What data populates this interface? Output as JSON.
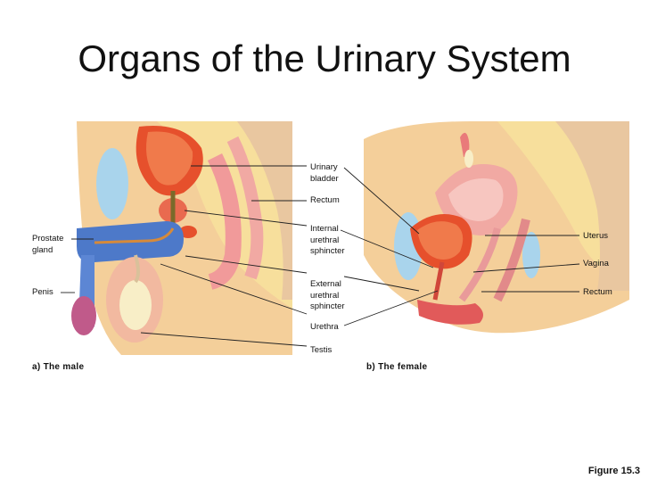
{
  "title": "Organs of the Urinary System",
  "labels": {
    "urinary_bladder": "Urinary\nbladder",
    "rectum_center": "Rectum",
    "internal_sphincter": "Internal\nurethral\nsphincter",
    "external_sphincter": "External\nurethral\nsphincter",
    "urethra": "Urethra",
    "testis": "Testis",
    "prostate": "Prostate\ngland",
    "penis": "Penis",
    "uterus": "Uterus",
    "vagina": "Vagina",
    "rectum_right": "Rectum"
  },
  "captions": {
    "male": "a)  The male",
    "female": "b)  The female"
  },
  "figure_label": "Figure 15.3",
  "colors": {
    "skin": "#f4cf9a",
    "fat": "#f7df9c",
    "muscle": "#f1a9a3",
    "bladder": "#e6502c",
    "blue": "#4d79c9",
    "light_blue": "#a9d4ec",
    "bone": "#f8f1dc"
  }
}
